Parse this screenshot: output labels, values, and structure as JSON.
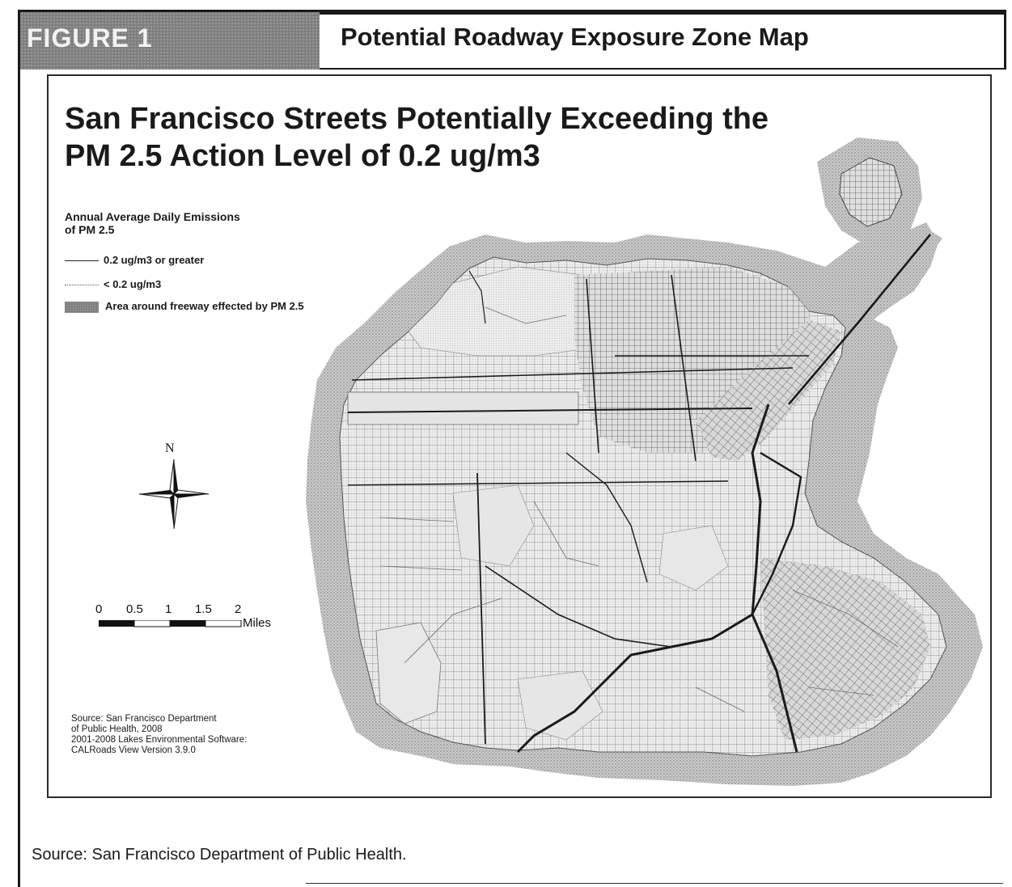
{
  "figure": {
    "label": "FIGURE 1",
    "title": "Potential Roadway Exposure Zone Map"
  },
  "map": {
    "title_line1": "San Francisco Streets Potentially Exceeding the",
    "title_line2": "PM 2.5 Action Level of 0.2 ug/m3",
    "legend": {
      "title_line1": "Annual Average Daily Emissions",
      "title_line2": "of PM 2.5",
      "items": [
        {
          "label": "0.2 ug/m3 or greater",
          "symbol": "solid-line"
        },
        {
          "label": "< 0.2 ug/m3",
          "symbol": "thin-line"
        },
        {
          "label": "Area around freeway effected by PM 2.5",
          "symbol": "gray-fill"
        }
      ]
    },
    "north_arrow_label": "N",
    "scale_bar": {
      "ticks": [
        "0",
        "0.5",
        "1",
        "1.5",
        "2"
      ],
      "unit": "Miles"
    },
    "source_lines": [
      "Source: San Francisco Department",
      "of Public Health, 2008",
      "2001-2008 Lakes Environmental Software:",
      "CALRoads View Version 3.9.0"
    ],
    "colors": {
      "exposure_zone": "#8a8a8a",
      "land": "#e9e9e9",
      "major_road": "#1a1a1a",
      "minor_road": "#6f6f6f"
    }
  },
  "footer": {
    "source": "Source: San Francisco Department of Public Health."
  }
}
